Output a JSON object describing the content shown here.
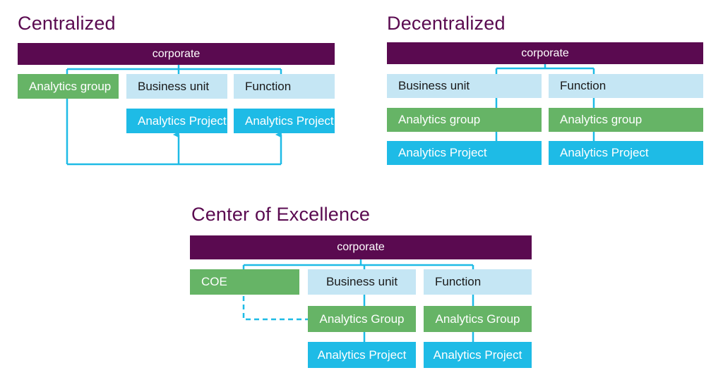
{
  "colors": {
    "corporate": "#5a0a50",
    "business_unit": "#c5e6f4",
    "analytics_group": "#66b466",
    "analytics_project": "#1ebbe6",
    "connector": "#1ebbe6"
  },
  "centralized": {
    "title": "Centralized",
    "corporate": "corporate",
    "analytics_group": "Analytics group",
    "business_unit": "Business unit",
    "function": "Function",
    "project_1": "Analytics Project",
    "project_2": "Analytics Project"
  },
  "decentralized": {
    "title": "Decentralized",
    "corporate": "corporate",
    "business_unit": "Business unit",
    "function": "Function",
    "group_1": "Analytics group",
    "group_2": "Analytics group",
    "project_1": "Analytics Project",
    "project_2": "Analytics Project"
  },
  "coe": {
    "title": "Center of Excellence",
    "corporate": "corporate",
    "coe": "COE",
    "business_unit": "Business unit",
    "function": "Function",
    "group_1": "Analytics Group",
    "group_2": "Analytics Group",
    "project_1": "Analytics Project",
    "project_2": "Analytics Project"
  }
}
